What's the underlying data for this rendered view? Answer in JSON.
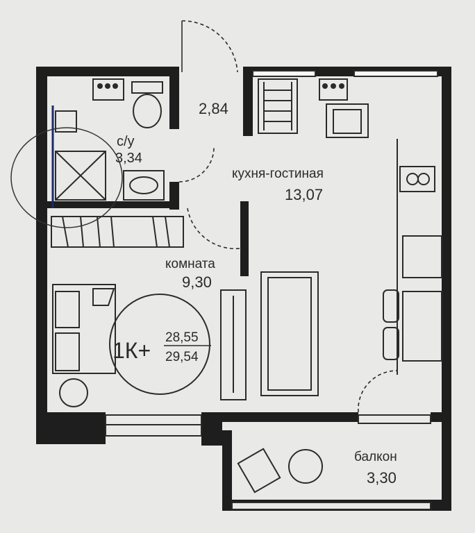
{
  "rooms": {
    "hall": {
      "area": "2,84"
    },
    "bathroom": {
      "name": "с/у",
      "area": "3,34"
    },
    "kitchen": {
      "name": "кухня-гостиная",
      "area": "13,07"
    },
    "room": {
      "name": "комната",
      "area": "9,30"
    },
    "balcony": {
      "name": "балкон",
      "area": "3,30"
    }
  },
  "badge": {
    "type": "1К+",
    "area_top": "28,55",
    "area_bottom": "29,54"
  },
  "colors": {
    "wall": "#1e1e1e",
    "background": "#e9e9e7",
    "line": "#2b2b2b"
  }
}
